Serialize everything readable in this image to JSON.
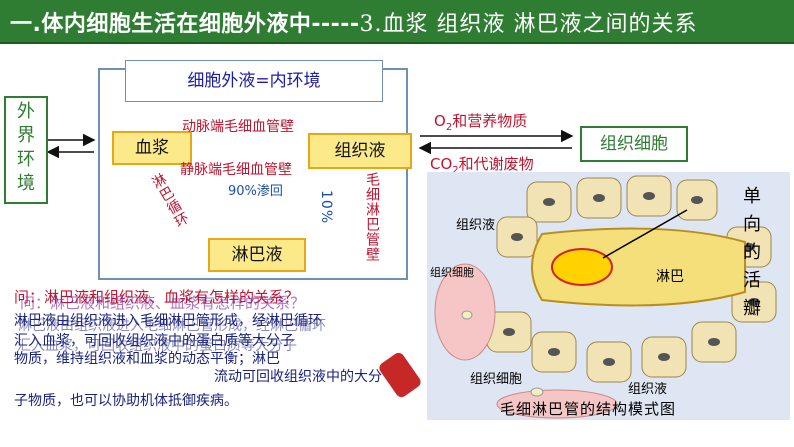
{
  "header": {
    "title_main": "一.体内细胞生活在细胞外液中-----",
    "title_sub": "3.血浆 组织液 淋巴液之间的关系"
  },
  "concept_map": {
    "box_title": "细胞外液=内环境",
    "external_env": "外界环境",
    "external_env_chars": [
      "外",
      "界",
      "环",
      "境"
    ],
    "plasma": "血浆",
    "tissue_fluid": "组织液",
    "lymph": "淋巴液",
    "arterial_label": "动脉端毛细血管壁",
    "venous_label": "静脉端毛细血管壁",
    "return_90": "90%渗回",
    "lymph_circulation": "淋巴循环",
    "capillary_lymph_wall": "毛细淋巴管壁",
    "percent_10": "10%",
    "o2_nutrients_prefix": "O",
    "o2_nutrients_sub": "2",
    "o2_nutrients_rest": "和营养物质",
    "co2_waste_prefix": "CO",
    "co2_waste_sub": "2",
    "co2_waste_rest": "和代谢废物",
    "tissue_cell": "组织细胞"
  },
  "overlap_text": {
    "question_line": "问：淋巴液和组织液、血浆有怎样的关系？",
    "line2": "淋巴液由组织液进入毛细淋巴管形成，经淋巴循环",
    "line3": "汇入血浆，可回收组织液中的蛋白质等大分子",
    "line4": "物质，维持组织液和血浆的动态平衡；淋巴",
    "line5": "流动可回收组织液中的大分",
    "line6": "子物质，也可以协助机体抵御疾病。"
  },
  "structure_diagram": {
    "caption": "毛细淋巴管的结构模式图",
    "label_tissue_fluid_top": "组织液",
    "label_tissue_cell_left": "组织细胞",
    "label_lymph": "淋巴",
    "label_tissue_cell_bottom": "组织细胞",
    "label_tissue_fluid_bottom": "组织液",
    "valve_label_chars": [
      "单",
      "向",
      "的",
      "活",
      "瓣"
    ]
  },
  "colors": {
    "green": "#2e7d32",
    "red_label": "#c0152f",
    "blue_label": "#1c4fa8",
    "node_fill": "#fce98a"
  }
}
